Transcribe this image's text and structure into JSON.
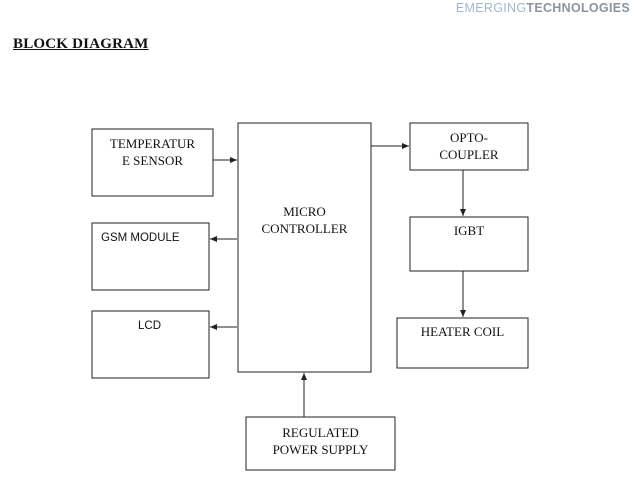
{
  "header": {
    "brand_part1": "EMERGING",
    "brand_part2": "TECHNOLOGIES",
    "title": "BLOCK DIAGRAM"
  },
  "blocks": {
    "temperature_sensor": {
      "line1": "TEMPERATUR",
      "line2": "E SENSOR"
    },
    "gsm_module": {
      "label": "GSM MODULE"
    },
    "lcd": {
      "label": "LCD"
    },
    "microcontroller": {
      "line1": "MICRO",
      "line2": "CONTROLLER"
    },
    "opto_coupler": {
      "line1": "OPTO-",
      "line2": "COUPLER"
    },
    "igbt": {
      "label": "IGBT"
    },
    "heater_coil": {
      "label": "HEATER COIL"
    },
    "power_supply": {
      "line1": "REGULATED",
      "line2": "POWER SUPPLY"
    }
  },
  "colors": {
    "line": "#222222",
    "brand_light": "#9fb8d0",
    "brand_dark": "#8b95a1"
  }
}
